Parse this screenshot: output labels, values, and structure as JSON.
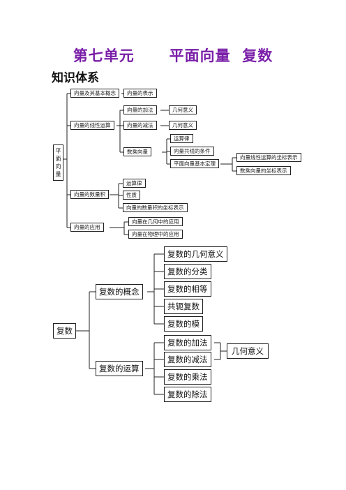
{
  "page": {
    "title": "第七单元      平面向量  复数",
    "subtitle": "知识体系"
  },
  "vector_tree": {
    "root": "平面向量",
    "basic": "向量及其基本概念",
    "representation": "向量的表示",
    "linear_ops": "向量的线性运算",
    "addition": "向量的加法",
    "addition_geo": "几何意义",
    "subtraction": "向量的减法",
    "subtraction_geo": "几何意义",
    "scalar_mult": "数乘向量",
    "scalar_rules": "运算律",
    "collinear": "向量共线的条件",
    "basic_theorem": "平面向量基本定理",
    "linear_coord": "向量线性运算的坐标表示",
    "scalar_coord": "数乘向量的坐标表示",
    "dot_product": "向量的数量积",
    "dot_rules": "运算律",
    "dot_props": "性质",
    "dot_coord": "向量的数量积的坐标表示",
    "applications": "向量的应用",
    "app_geometry": "向量在几何中的应用",
    "app_physics": "向量在物理中的应用"
  },
  "complex_tree": {
    "root": "复数",
    "concept": "复数的概念",
    "geo_meaning": "复数的几何意义",
    "classification": "复数的分类",
    "equality": "复数的相等",
    "conjugate": "共轭复数",
    "modulus": "复数的模",
    "operations": "复数的运算",
    "addition": "复数的加法",
    "subtraction": "复数的减法",
    "multiplication": "复数的乘法",
    "division": "复数的除法",
    "add_sub_geo": "几何意义"
  }
}
